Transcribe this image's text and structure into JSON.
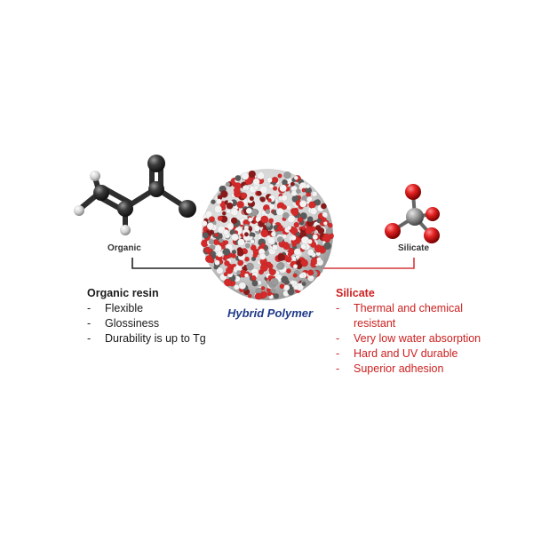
{
  "organic": {
    "molecule_label": "Organic",
    "heading": "Organic resin",
    "items": [
      "Flexible",
      "Glossiness",
      "Durability is up to Tg"
    ]
  },
  "silicate": {
    "molecule_label": "Silicate",
    "heading": "Silicate",
    "items": [
      "Thermal and chemical resistant",
      "Very low water absorption",
      "Hard and UV durable",
      "Superior adhesion"
    ]
  },
  "hybrid": {
    "title": "Hybrid Polymer"
  },
  "colors": {
    "organic_text": "#1a1a1a",
    "silicate_text": "#cc1f1f",
    "hybrid_title": "#1f3a8a",
    "organic_line": "#222222",
    "silicate_line": "#d23a3a"
  }
}
